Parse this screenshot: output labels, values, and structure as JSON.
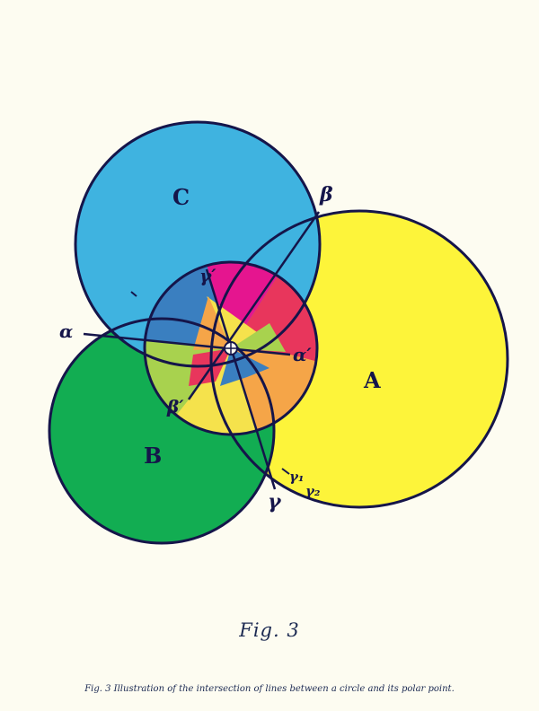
{
  "figure": {
    "circle_labels": {
      "a": "A",
      "b": "B",
      "c": "C"
    },
    "point_labels": {
      "alpha": "α",
      "alpha_prime": "α′",
      "beta": "β",
      "beta_prime": "β′",
      "gamma": "γ",
      "gamma_prime": "γ′",
      "gamma_1": "γ₁",
      "gamma_2": "γ₂"
    },
    "colors": {
      "circle_a": "#fdf43a",
      "circle_b": "#12ad52",
      "circle_c": "#3fb3e0",
      "inner_top_right": "#e8365c",
      "inner_top_left": "#e5158f",
      "inner_left_top": "#3a7fc0",
      "inner_left_bottom": "#a8d24e",
      "inner_bottom_left": "#f5e24c",
      "inner_bottom_right": "#f5a548",
      "outline": "#15154a"
    }
  },
  "title": "Fig. 3",
  "caption": "Fig. 3 Illustration of the intersection of lines between a circle and its polar point."
}
